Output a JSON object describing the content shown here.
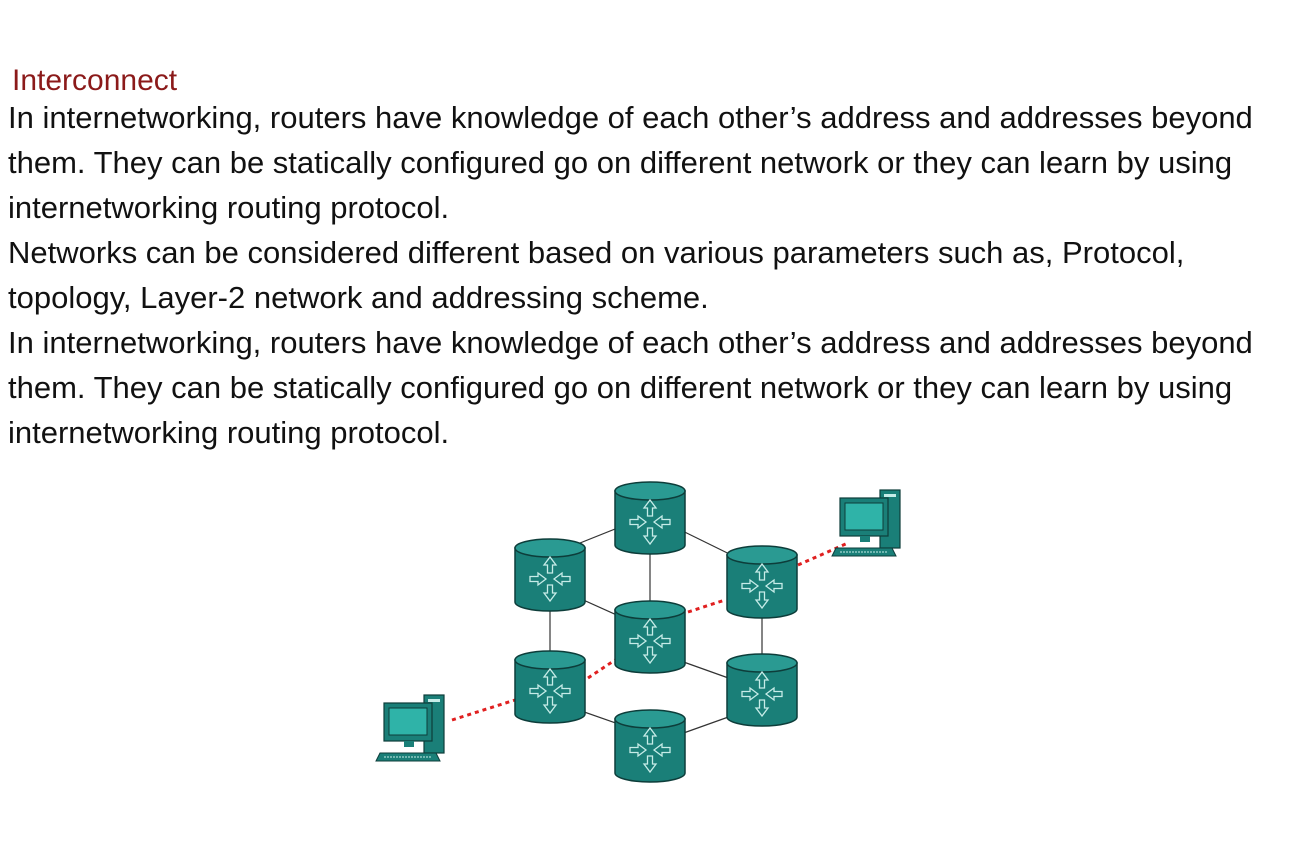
{
  "title": "Interconnect",
  "paragraphs": [
    "In internetworking, routers have knowledge of each other’s address and addresses beyond them. They can be statically configured go on different network or they can learn by using internetworking routing protocol.",
    "Networks can be considered different based on various parameters such as, Protocol, topology, Layer-2 network and addressing scheme.",
    "In internetworking, routers have knowledge of each other’s address and addresses beyond them. They can be statically configured go on different network or they can learn by using internetworking routing protocol."
  ],
  "diagram": {
    "router_icon": "router-icon",
    "computer_icon": "computer-icon",
    "colors": {
      "router_fill": "#1a7f78",
      "router_top": "#2a9a92",
      "path_line": "#e02020",
      "link_line": "#333333",
      "title_color": "#8b1a1a"
    }
  }
}
